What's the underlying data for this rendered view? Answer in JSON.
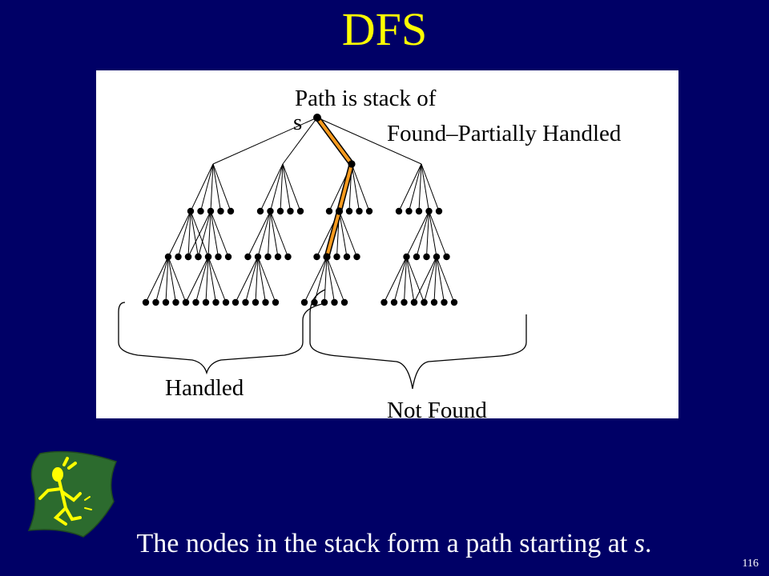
{
  "slide": {
    "title": "DFS",
    "page_number": "116",
    "caption": {
      "text_before": "The nodes in the stack form a path starting at ",
      "text_em": "s",
      "text_after": "."
    }
  },
  "diagram": {
    "labels": {
      "path": "Path is stack of",
      "source": "s",
      "found_partial": "Found–Partially Handled",
      "handled": "Handled",
      "not_found": "Not Found"
    },
    "colors": {
      "path_edge": "#f59a1e",
      "node": "#000000",
      "background": "#ffffff"
    }
  },
  "logo": {
    "icon": "frog-on-green-leaf-icon",
    "leaf_color": "#2c6b2e",
    "figure_color": "#ffff00"
  }
}
